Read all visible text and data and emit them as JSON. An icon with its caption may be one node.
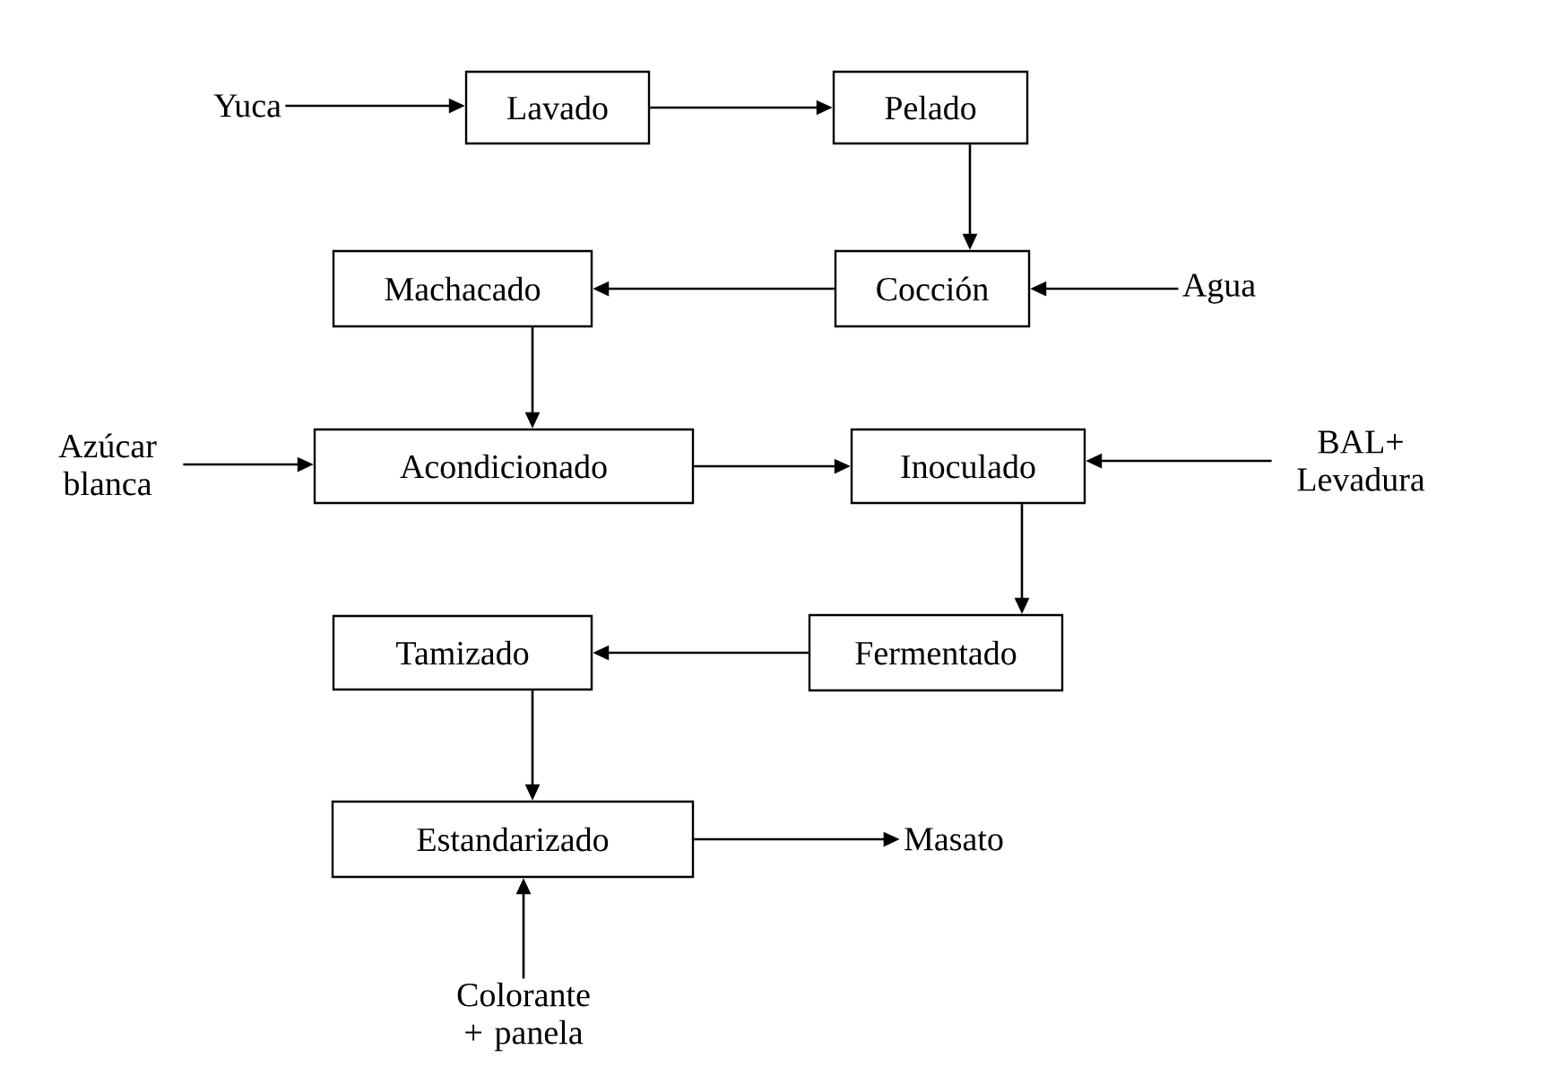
{
  "diagram": {
    "nodes": [
      {
        "text": [
          "Yuca"
        ]
      },
      {
        "text": [
          "Lavado"
        ]
      },
      {
        "text": [
          "Pelado"
        ]
      },
      {
        "text": [
          "Machacado"
        ]
      },
      {
        "text": [
          "Cocción"
        ]
      },
      {
        "text": [
          "Agua"
        ]
      },
      {
        "text": [
          "Azúcar blanca"
        ]
      },
      {
        "text": [
          "Acondicionado"
        ]
      },
      {
        "text": [
          "Inoculado"
        ]
      },
      {
        "text": [
          "BAL+ Levadura"
        ]
      },
      {
        "text": [
          "Tamizado"
        ]
      },
      {
        "text": [
          "Fermentado"
        ]
      },
      {
        "text": [
          "Estandarizado"
        ]
      },
      {
        "text": [
          "Masato"
        ]
      },
      {
        "text": [
          "Colorante + panela"
        ]
      }
    ],
    "edges": [
      {
        "from": 0,
        "to": 1,
        "arrow": "to"
      },
      {
        "from": 1,
        "to": 2,
        "arrow": "to"
      },
      {
        "from": 2,
        "to": 4,
        "arrow": "to"
      },
      {
        "from": 4,
        "to": 3,
        "arrow": "to"
      },
      {
        "from": 5,
        "to": 4,
        "arrow": "to"
      },
      {
        "from": 3,
        "to": 7,
        "arrow": "to"
      },
      {
        "from": 6,
        "to": 7,
        "arrow": "to"
      },
      {
        "from": 7,
        "to": 8,
        "arrow": "to"
      },
      {
        "from": 9,
        "to": 8,
        "arrow": "to"
      },
      {
        "from": 8,
        "to": 11,
        "arrow": "to"
      },
      {
        "from": 11,
        "to": 10,
        "arrow": "to"
      },
      {
        "from": 10,
        "to": 12,
        "arrow": "to"
      },
      {
        "from": 12,
        "to": 13,
        "arrow": "to"
      },
      {
        "from": 14,
        "to": 12,
        "arrow": "to"
      }
    ]
  }
}
